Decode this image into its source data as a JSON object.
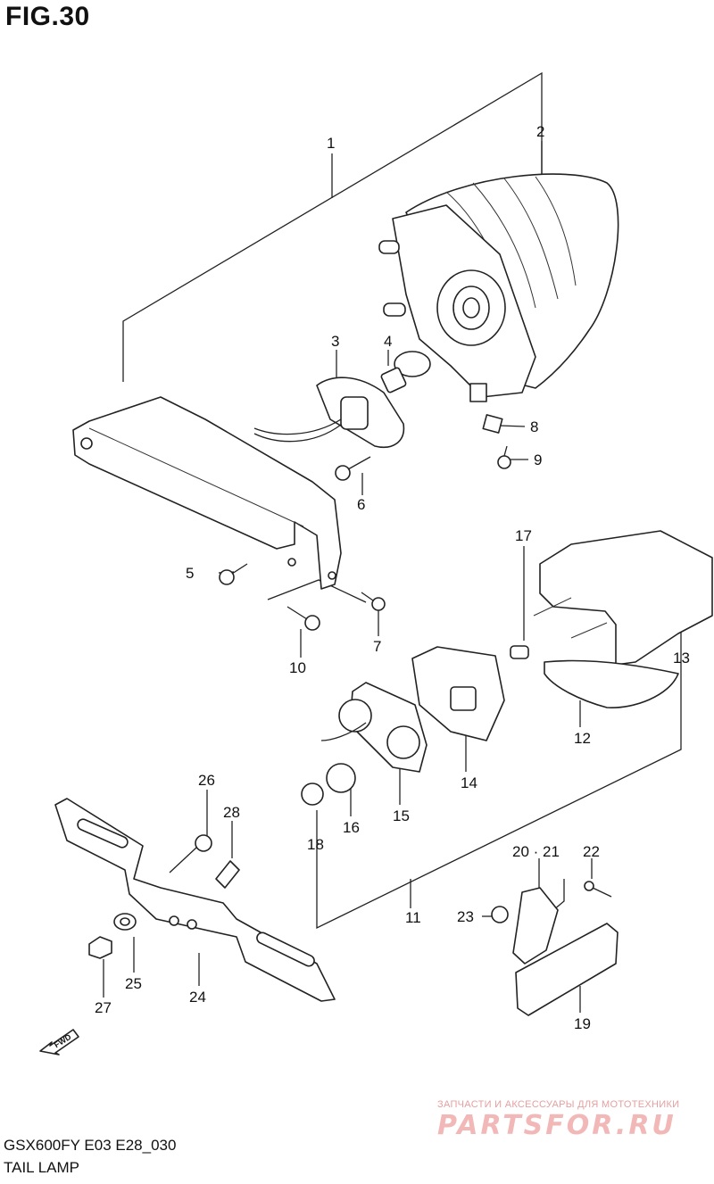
{
  "figure": {
    "title": "FIG.30",
    "model_code": "GSX600FY E03 E28_030",
    "part_name": "TAIL LAMP",
    "fwd_marker": "FWD"
  },
  "callouts": [
    "1",
    "2",
    "3",
    "4",
    "5",
    "6",
    "7",
    "8",
    "9",
    "10",
    "11",
    "12",
    "13",
    "14",
    "15",
    "16",
    "17",
    "18",
    "19",
    "20 · 21",
    "22",
    "23",
    "24",
    "25",
    "26",
    "27",
    "28"
  ],
  "watermark": {
    "tagline": "ЗАПЧАСТИ И АКСЕССУАРЫ ДЛЯ МОТОТЕХНИКИ",
    "logo": "PARTSFOR.RU"
  }
}
